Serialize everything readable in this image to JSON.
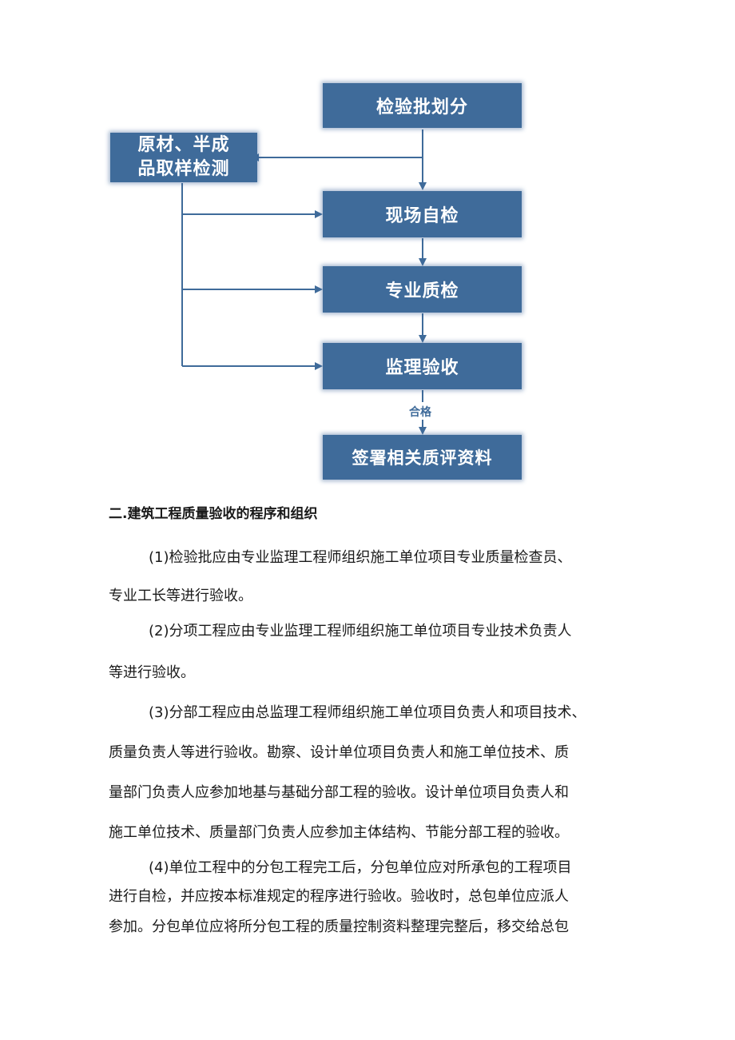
{
  "flowchart": {
    "box_division": "检验批划分",
    "box_sampling_line1": "原材、半成",
    "box_sampling_line2": "品取样检测",
    "box_self_check": "现场自检",
    "box_professional": "专业质检",
    "box_supervision": "监理验收",
    "label_pass": "合格",
    "box_sign": "签署相关质评资料",
    "color_box": "#3f6b9a",
    "color_arrow": "#3f6b9a"
  },
  "section": {
    "heading": "二.建筑工程质量验收的程序和组织",
    "p1_line1": "(1)检验批应由专业监理工程师组织施工单位项目专业质量检查员、",
    "p1_line2": "专业工长等进行验收。",
    "p2_line1": "(2)分项工程应由专业监理工程师组织施工单位项目专业技术负责人",
    "p2_line2": "等进行验收。",
    "p3_line1": "(3)分部工程应由总监理工程师组织施工单位项目负责人和项目技术、",
    "p3_line2": "质量负责人等进行验收。勘察、设计单位项目负责人和施工单位技术、质",
    "p3_line3": "量部门负责人应参加地基与基础分部工程的验收。设计单位项目负责人和",
    "p3_line4": "施工单位技术、质量部门负责人应参加主体结构、节能分部工程的验收。",
    "p4_line1": "(4)单位工程中的分包工程完工后，分包单位应对所承包的工程项目",
    "p4_line2": "进行自检，并应按本标准规定的程序进行验收。验收时，总包单位应派人",
    "p4_line3": "参加。分包单位应将所分包工程的质量控制资料整理完整后，移交给总包"
  }
}
